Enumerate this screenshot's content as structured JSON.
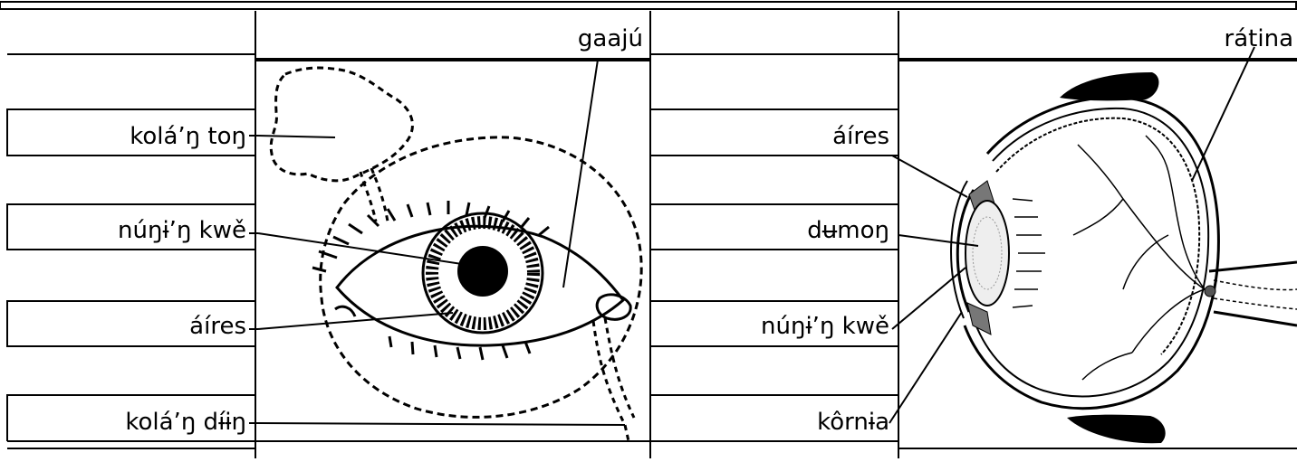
{
  "left_panel": {
    "header_label": "gaajú",
    "labels": {
      "eyebrow": "kolá’ŋ toŋ",
      "pupil": "núŋɨ’ŋ kwě",
      "iris": "áíres",
      "tear_duct": "kolá’ŋ dɨ́ɨŋ"
    }
  },
  "right_panel": {
    "header_label": "rátina",
    "labels": {
      "iris": "áíres",
      "lens": "dʉmoŋ",
      "pupil": "núŋɨ’ŋ kwě",
      "cornea": "kôrnɨa"
    }
  }
}
